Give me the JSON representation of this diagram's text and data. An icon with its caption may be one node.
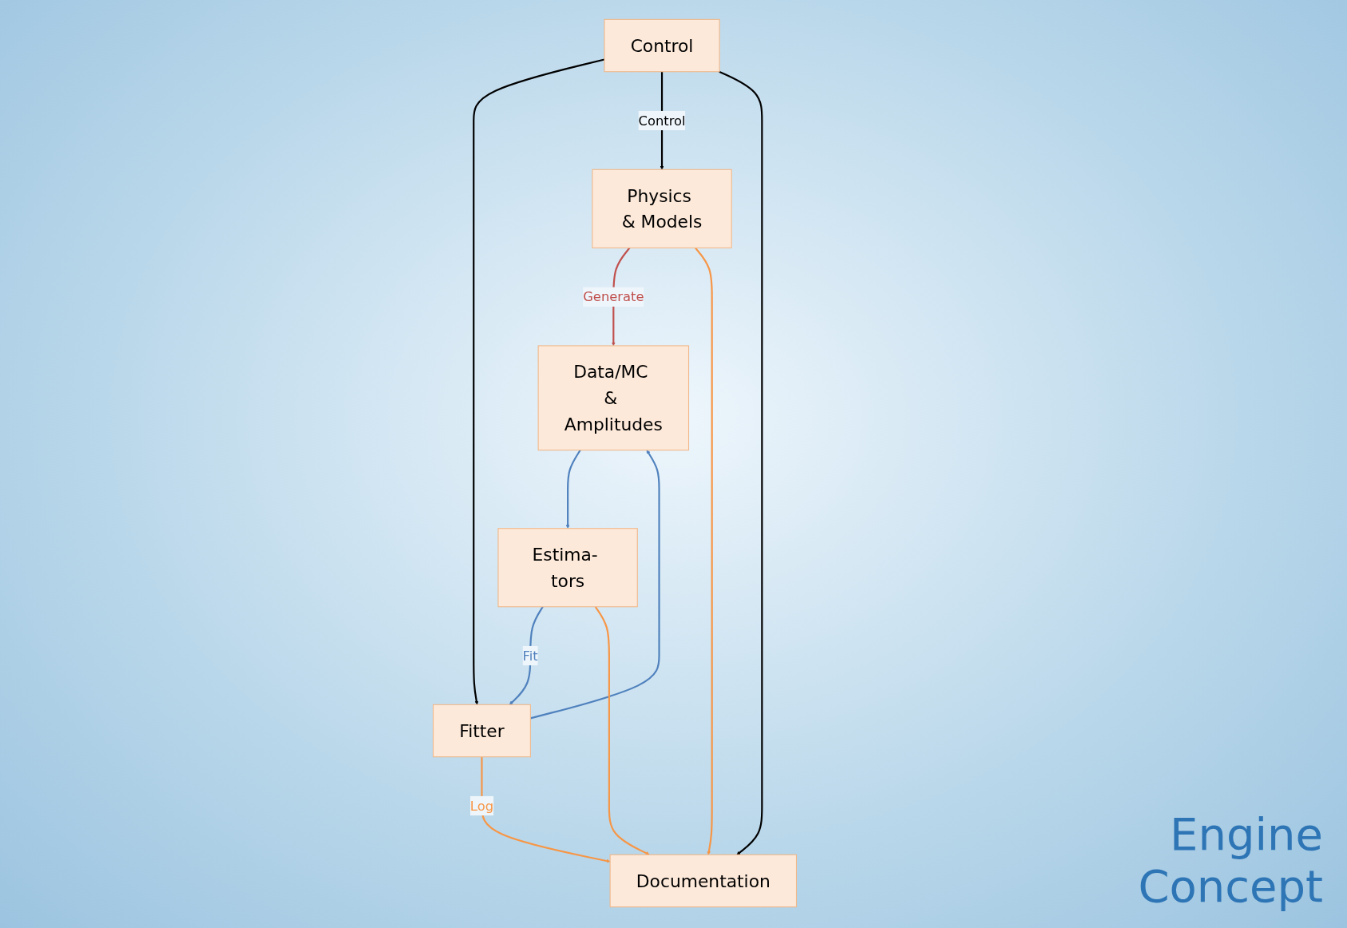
{
  "diagram": {
    "nodes": [
      {
        "text": [
          "Data/MC & Amplitudes"
        ]
      },
      {
        "text": [
          "Physics & Models"
        ]
      },
      {
        "text": [
          "Fitter"
        ]
      },
      {
        "text": [
          "Control"
        ]
      },
      {
        "text": [
          "Estima- tors"
        ]
      },
      {
        "text": [
          "Documentation"
        ]
      }
    ],
    "edges": [
      {
        "from": 1,
        "to": 0,
        "arrow": "to",
        "label": "Generate",
        "color": "#c0504d"
      },
      {
        "from": 2,
        "to": 0,
        "arrow": "to",
        "color": "#4f81bd"
      },
      {
        "from": 0,
        "to": 4,
        "arrow": "to",
        "color": "#4f81bd"
      },
      {
        "from": 4,
        "to": 2,
        "arrow": "to",
        "label": "Fit",
        "color": "#4f81bd"
      },
      {
        "from": 3,
        "to": 2,
        "arrow": "to",
        "color": "#000000"
      },
      {
        "from": 3,
        "to": 1,
        "arrow": "to",
        "label": "Control",
        "color": "#000000"
      },
      {
        "from": 1,
        "to": 5,
        "arrow": "to",
        "color": "#f79646"
      },
      {
        "from": 2,
        "to": 5,
        "arrow": "to",
        "label": "Log",
        "color": "#f79646"
      },
      {
        "from": 4,
        "to": 5,
        "arrow": "to",
        "color": "#f79646"
      },
      {
        "from": 3,
        "to": 5,
        "arrow": "to",
        "color": "#000000"
      }
    ],
    "labels": [
      "Engine Concept"
    ]
  }
}
